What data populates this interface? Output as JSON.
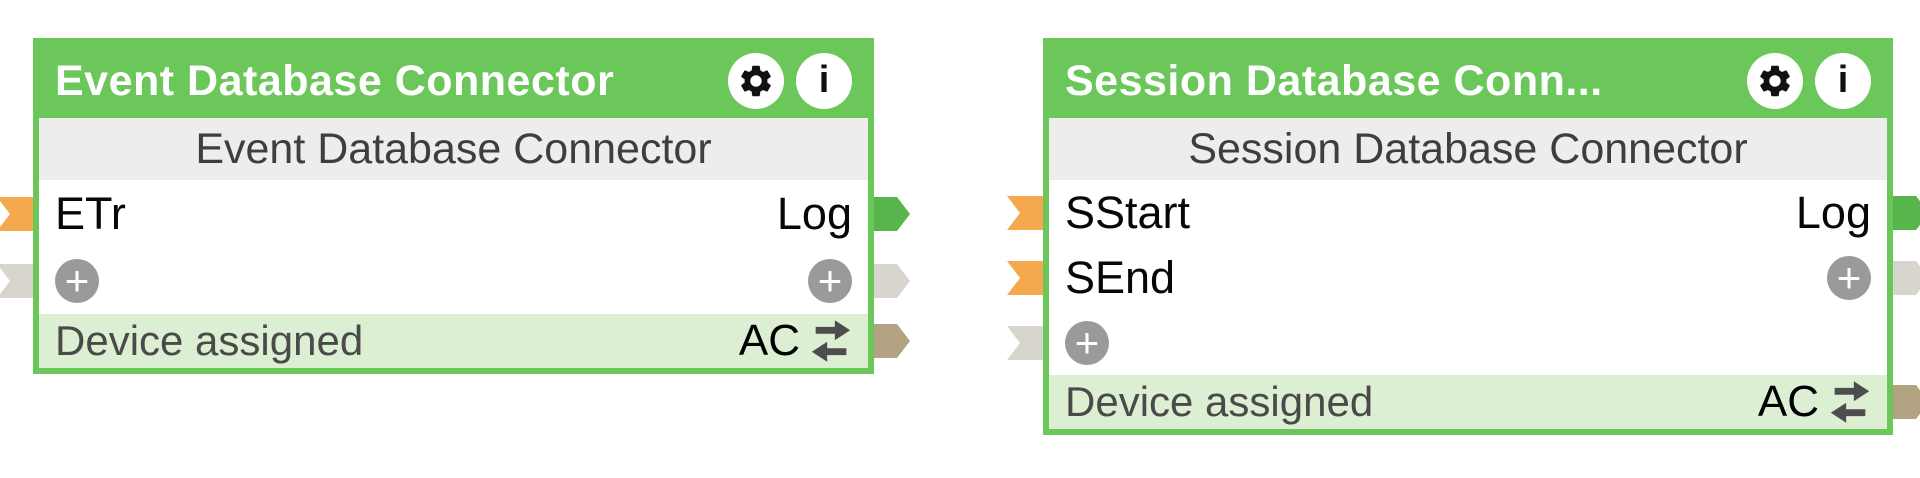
{
  "icons": {
    "plus": "+",
    "info": "i"
  },
  "colors": {
    "node_green": "#6bc75a",
    "subtitle_bg": "#ededed",
    "footer_bg": "#ddefd2",
    "port_input_orange": "#f5a94e",
    "port_input_gray": "#d8d4ce",
    "port_output_green": "#57b54b",
    "port_output_gray": "#d8d4ce",
    "port_output_tan": "#b4a383",
    "plus_button_gray": "#9a9a9a",
    "title_text": "#ffffff",
    "body_text": "#3e3e3e",
    "port_text": "#070707"
  },
  "nodes": [
    {
      "title": "Event Database Connector",
      "subtitle": "Event Database Connector",
      "inputs": [
        {
          "label": "ETr"
        }
      ],
      "outputs": [
        {
          "label": "Log"
        }
      ],
      "footer": {
        "status": "Device assigned",
        "mode": "AC"
      }
    },
    {
      "title": "Session Database Conn...",
      "subtitle": "Session Database Connector",
      "inputs": [
        {
          "label": "SStart"
        },
        {
          "label": "SEnd"
        }
      ],
      "outputs": [
        {
          "label": "Log"
        }
      ],
      "footer": {
        "status": "Device assigned",
        "mode": "AC"
      }
    }
  ]
}
